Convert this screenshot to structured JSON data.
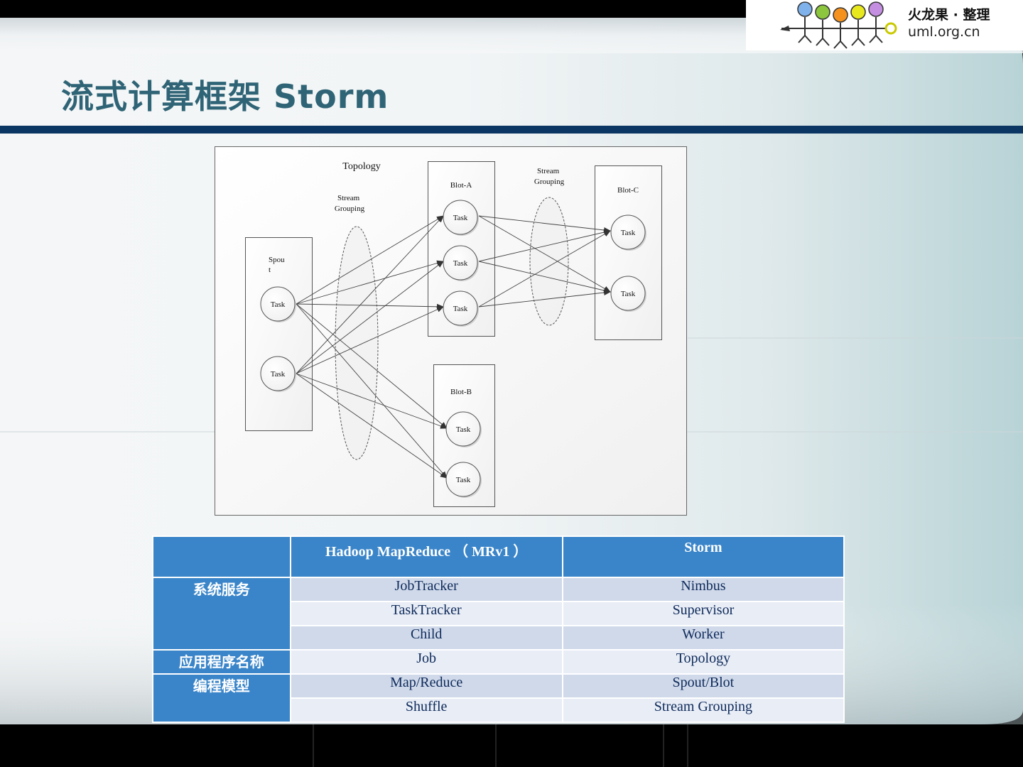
{
  "slide": {
    "title": "流式计算框架 Storm"
  },
  "logo": {
    "line1": "火龙果 · 整理",
    "line2": "uml.org.cn"
  },
  "diagram": {
    "topology_label": "Topology",
    "stream_grouping_1": [
      "Stream",
      "Grouping"
    ],
    "stream_grouping_2": [
      "Stream",
      "Grouping"
    ],
    "spout_label": [
      "Spou",
      "t"
    ],
    "blot_a_label": "Blot-A",
    "blot_b_label": "Blot-B",
    "blot_c_label": "Blot-C",
    "task_label": "Task"
  },
  "table": {
    "headers": [
      "",
      "Hadoop MapReduce （ MRv1 ）",
      "Storm"
    ],
    "groups": [
      {
        "label": "系统服务",
        "rows": [
          [
            "JobTracker",
            "Nimbus"
          ],
          [
            "TaskTracker",
            "Supervisor"
          ],
          [
            "Child",
            "Worker"
          ]
        ]
      },
      {
        "label": "应用程序名称",
        "rows": [
          [
            "Job",
            "Topology"
          ]
        ]
      },
      {
        "label": "编程模型",
        "rows": [
          [
            "Map/Reduce",
            "Spout/Blot"
          ],
          [
            "Shuffle",
            "Stream Grouping"
          ]
        ]
      }
    ]
  }
}
